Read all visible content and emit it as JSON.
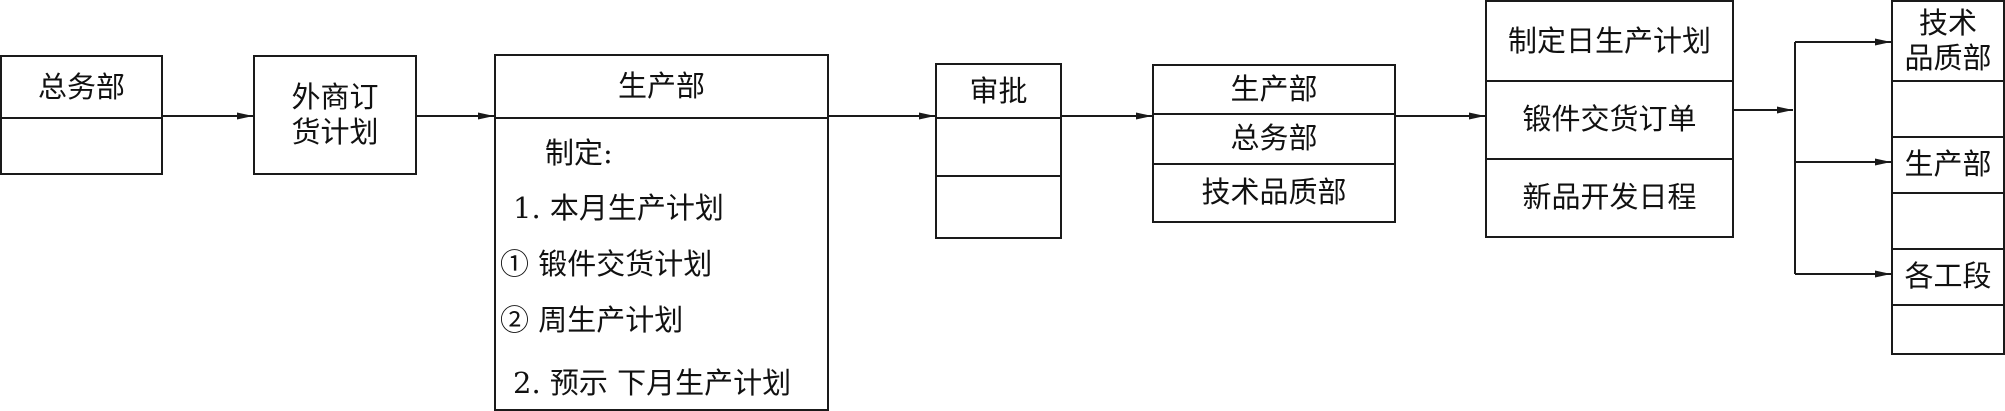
{
  "nodes": {
    "general_affairs": {
      "title": "总务部"
    },
    "foreign_order": {
      "title": "外商订\n货计划"
    },
    "production": {
      "title": "生产部",
      "lines": [
        "制定:",
        "1. 本月生产计划",
        "① 锻件交货计划",
        "② 周生产计划",
        "2. 预示 下月生产计划"
      ]
    },
    "approval": {
      "title": "审批"
    },
    "departments": {
      "rows": [
        "生产部",
        "总务部",
        "技术品质部"
      ]
    },
    "outputs": {
      "rows": [
        "制定日生产计划",
        "锻件交货订单",
        "新品开发日程"
      ]
    },
    "receivers": {
      "tech_quality": "技术\n品质部",
      "production": "生产部",
      "sections": "各工段"
    }
  }
}
